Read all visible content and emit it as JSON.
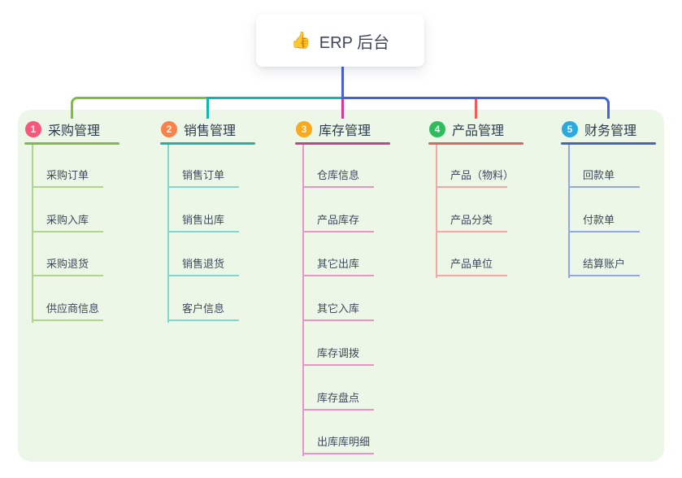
{
  "root": {
    "title": "ERP 后台",
    "icon": "thumbs-up-icon",
    "icon_glyph": "👍"
  },
  "colors": {
    "panel_bg": "#ecf7e7",
    "root_stem": "#4a61d3",
    "header_text": "#2d3b4e",
    "child_text": "#3d4a5c"
  },
  "branches": [
    {
      "number": "1",
      "title": "采购管理",
      "line_color": "#7cbf3e",
      "child_line_color": "#aed68a",
      "badge_color": "#f5587a",
      "children": [
        "采购订单",
        "采购入库",
        "采购退货",
        "供应商信息"
      ]
    },
    {
      "number": "2",
      "title": "销售管理",
      "line_color": "#13b5b1",
      "child_line_color": "#82d7d2",
      "badge_color": "#f8824a",
      "children": [
        "销售订单",
        "销售出库",
        "销售退货",
        "客户信息"
      ]
    },
    {
      "number": "3",
      "title": "库存管理",
      "line_color": "#d33a97",
      "child_line_color": "#ec93c6",
      "badge_color": "#fba91c",
      "children": [
        "仓库信息",
        "产品库存",
        "其它出库",
        "其它入库",
        "库存调拨",
        "库存盘点",
        "出库库明细"
      ]
    },
    {
      "number": "4",
      "title": "产品管理",
      "line_color": "#f25b5b",
      "child_line_color": "#f7a6a6",
      "badge_color": "#2dbd5d",
      "children": [
        "产品（物料）",
        "产品分类",
        "产品单位"
      ]
    },
    {
      "number": "5",
      "title": "财务管理",
      "line_color": "#3f63d2",
      "child_line_color": "#92a7e3",
      "badge_color": "#2ba9e1",
      "children": [
        "回款单",
        "付款单",
        "结算账户"
      ]
    }
  ]
}
